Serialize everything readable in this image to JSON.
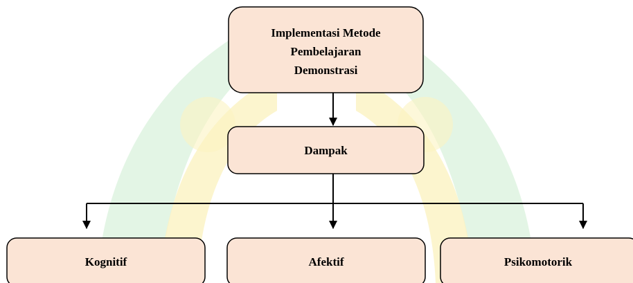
{
  "diagram": {
    "root": {
      "lines": [
        "Implementasi Metode",
        "Pembelajaran",
        "Demonstrasi"
      ]
    },
    "middle": {
      "label": "Dampak"
    },
    "children": [
      {
        "label": "Kognitif"
      },
      {
        "label": "Afektif"
      },
      {
        "label": "Psikomotorik"
      }
    ]
  },
  "colors": {
    "node_fill": "#fbe4d5",
    "node_stroke": "#000000",
    "connector": "#000000",
    "watermark_green": "#d9f2dc",
    "watermark_yellow": "#fbf3c2"
  }
}
